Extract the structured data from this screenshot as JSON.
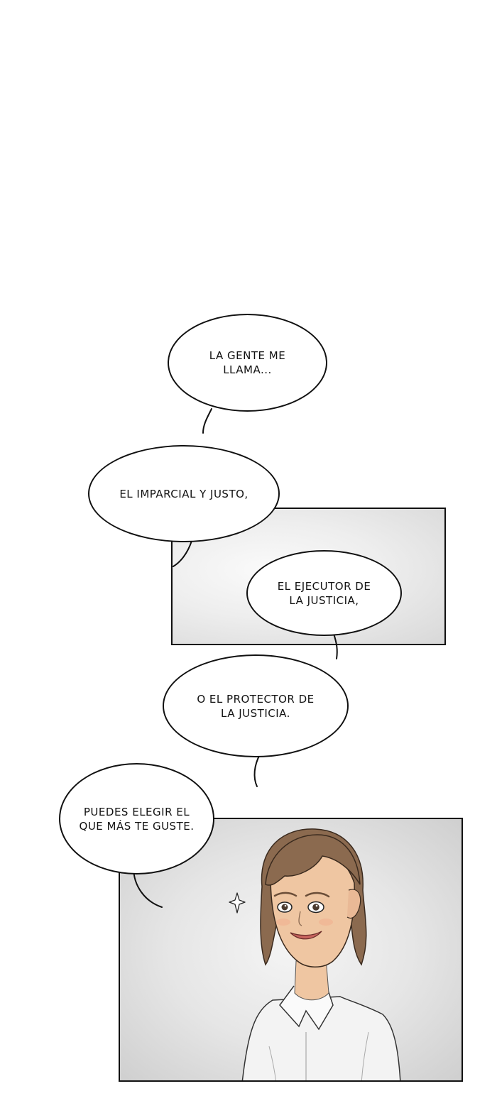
{
  "bubbles": [
    {
      "text": "LA GENTE ME\nLLAMA..."
    },
    {
      "text": "EL IMPARCIAL Y JUSTO,"
    },
    {
      "text": "EL EJECUTOR DE\nLA JUSTICIA,"
    },
    {
      "text": "O EL PROTECTOR DE\nLA JUSTICIA."
    },
    {
      "text": "PUEDES ELEGIR EL\nQUE MÁS TE GUSTE."
    }
  ],
  "colors": {
    "ink": "#111111",
    "paper": "#ffffff",
    "skin": "#efc6a2",
    "hair": "#8b6a4f",
    "shirt": "#f3f3f3"
  },
  "icons": [
    "sparkle-icon"
  ]
}
